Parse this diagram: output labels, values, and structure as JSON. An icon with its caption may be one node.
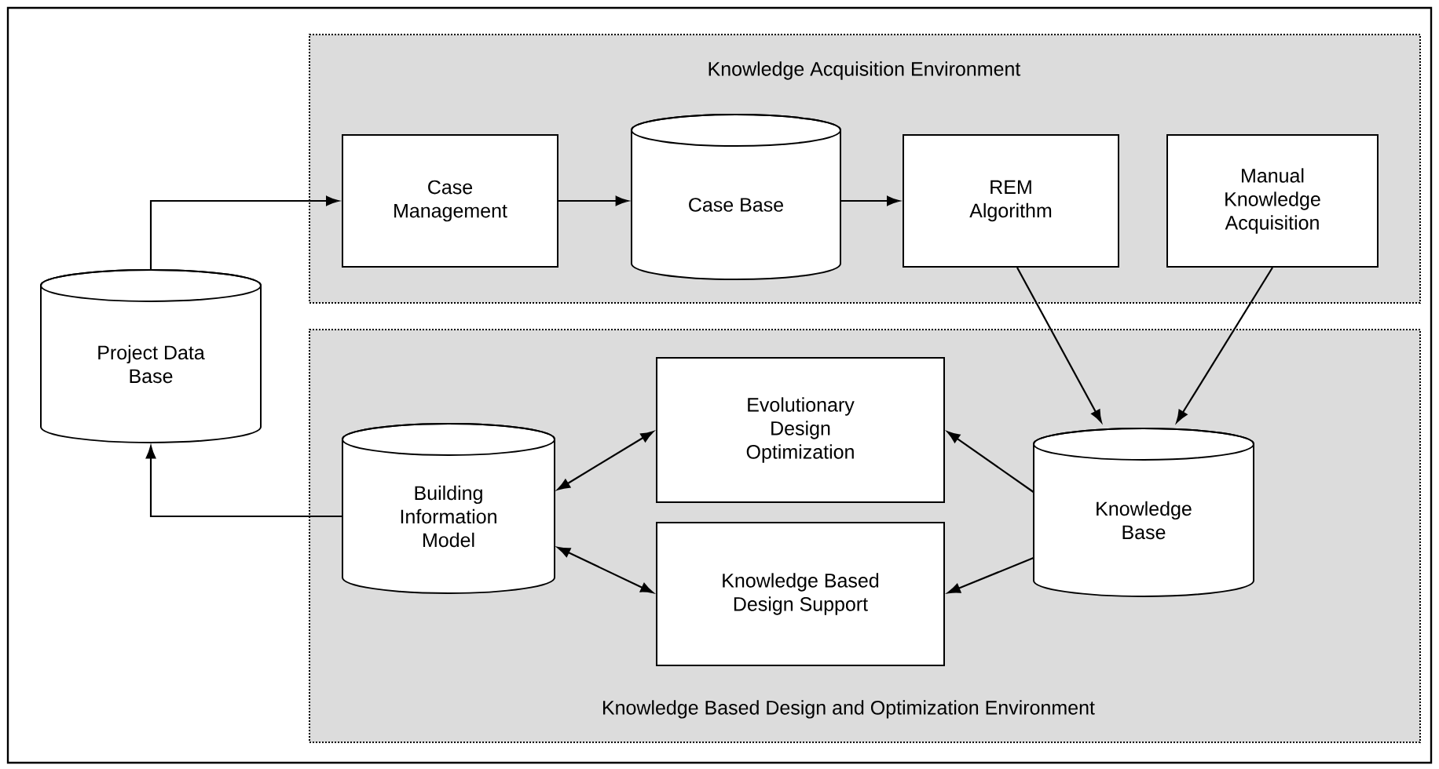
{
  "diagram": {
    "nodes": [
      {
        "text": [
          "Knowledge Acquisition Environment"
        ]
      },
      {
        "text": [
          "Case Management"
        ],
        "in": 0
      },
      {
        "text": [
          "Case Base"
        ],
        "in": 0
      },
      {
        "text": [
          "REM Algorithm"
        ],
        "in": 0
      },
      {
        "text": [
          "Manual Knowledge Acquisition"
        ],
        "in": 0
      },
      {
        "text": [
          "Project Data Base"
        ]
      },
      {
        "text": [
          "Knowledge Based Design and Optimization Environment"
        ]
      },
      {
        "text": [
          "Building Information Model"
        ],
        "in": 6
      },
      {
        "text": [
          "Evolutionary Design Optimization"
        ],
        "in": 6
      },
      {
        "text": [
          "Knowledge Based Design Support"
        ],
        "in": 6
      },
      {
        "text": [
          "Knowledge Base"
        ],
        "in": 6
      }
    ],
    "edges": [
      {
        "from": 5,
        "to": 1,
        "arrow": "to"
      },
      {
        "from": 1,
        "to": 2,
        "arrow": "to"
      },
      {
        "from": 2,
        "to": 3,
        "arrow": "to"
      },
      {
        "from": 3,
        "to": 10,
        "arrow": "to"
      },
      {
        "from": 4,
        "to": 10,
        "arrow": "to"
      },
      {
        "from": 7,
        "to": 5,
        "arrow": "to"
      },
      {
        "from": 7,
        "to": 8,
        "arrow": "both"
      },
      {
        "from": 7,
        "to": 9,
        "arrow": "both"
      },
      {
        "from": 10,
        "to": 8,
        "arrow": "to"
      },
      {
        "from": 10,
        "to": 9,
        "arrow": "to"
      }
    ]
  }
}
